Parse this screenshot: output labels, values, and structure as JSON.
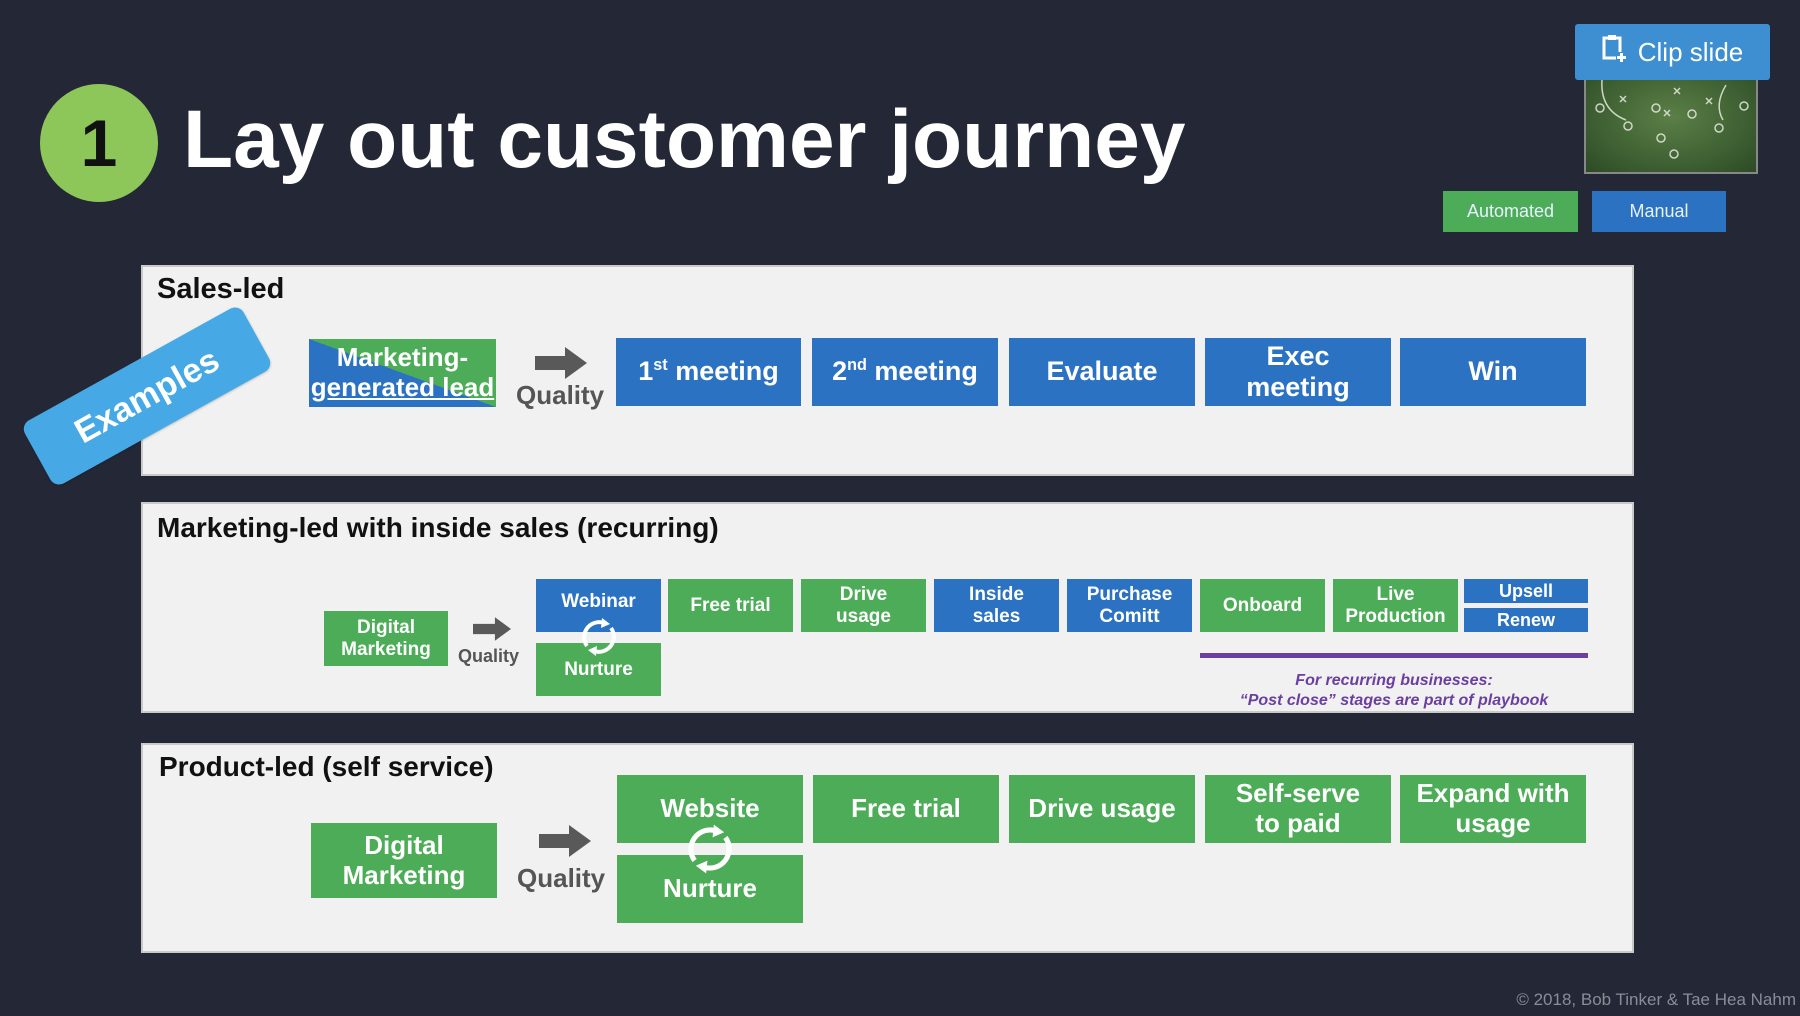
{
  "header": {
    "step_number": "1",
    "title": "Lay out customer journey"
  },
  "toolbar": {
    "clip_slide_label": "Clip slide",
    "clip_icon": "clipboard-plus-icon"
  },
  "legend": {
    "automated_label": "Automated",
    "manual_label": "Manual",
    "automated_color": "#4dac57",
    "manual_color": "#2c72c2"
  },
  "examples_badge": "Examples",
  "sales_led": {
    "title": "Sales-led",
    "start": "Marketing-generated lead",
    "start_line1": "Marketing-",
    "start_line2": "generated lead",
    "quality": "Quality",
    "stages": [
      {
        "num": "1",
        "sup": "st",
        "text": " meeting",
        "type": "manual"
      },
      {
        "num": "2",
        "sup": "nd",
        "text": " meeting",
        "type": "manual"
      },
      {
        "label": "Evaluate",
        "type": "manual"
      },
      {
        "line1": "Exec",
        "line2": "meeting",
        "type": "manual"
      },
      {
        "label": "Win",
        "type": "manual"
      }
    ]
  },
  "marketing_led": {
    "title": "Marketing-led with inside sales (recurring)",
    "start_line1": "Digital",
    "start_line2": "Marketing",
    "quality": "Quality",
    "loop_top": "Webinar",
    "loop_bottom": "Nurture",
    "stages": [
      {
        "label": "Free trial",
        "type": "automated"
      },
      {
        "line1": "Drive",
        "line2": "usage",
        "type": "automated"
      },
      {
        "line1": "Inside",
        "line2": "sales",
        "type": "manual"
      },
      {
        "line1": "Purchase",
        "line2": "Comitt",
        "type": "manual"
      },
      {
        "label": "Onboard",
        "type": "automated"
      },
      {
        "line1": "Live",
        "line2": "Production",
        "type": "automated"
      }
    ],
    "stacked": [
      "Upsell",
      "Renew"
    ],
    "note_line1": "For recurring businesses:",
    "note_line2": "“Post close” stages are part of playbook"
  },
  "product_led": {
    "title": "Product-led (self service)",
    "start_line1": "Digital",
    "start_line2": "Marketing",
    "quality": "Quality",
    "loop_top": "Website",
    "loop_bottom": "Nurture",
    "stages": [
      {
        "label": "Free trial",
        "type": "automated"
      },
      {
        "label": "Drive usage",
        "type": "automated"
      },
      {
        "line1": "Self-serve",
        "line2": "to paid",
        "type": "automated"
      },
      {
        "line1": "Expand with",
        "line2": "usage",
        "type": "automated"
      }
    ]
  },
  "footer": {
    "copyright": "© 2018, Bob Tinker & Tae Hea Nahm"
  }
}
